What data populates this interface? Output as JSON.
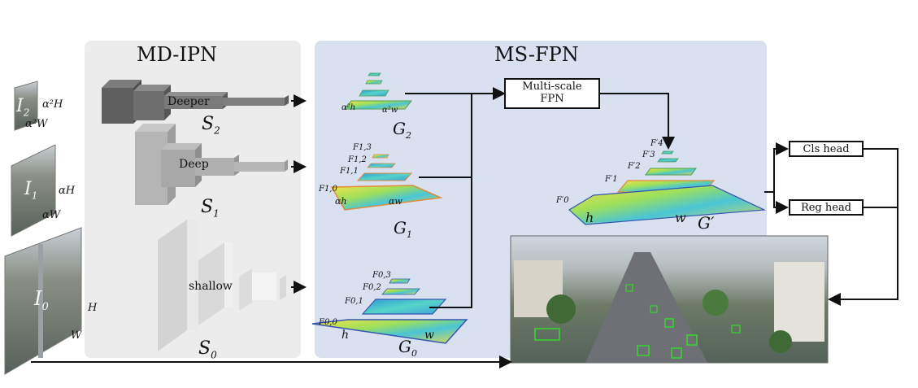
{
  "modules": {
    "md_ipn": "MD-IPN",
    "ms_fpn": "MS-FPN"
  },
  "inputs": {
    "i2": {
      "name": "I",
      "sub": "2",
      "h": "α²H",
      "w": "α²W"
    },
    "i1": {
      "name": "I",
      "sub": "1",
      "h": "αH",
      "w": "αW"
    },
    "i0": {
      "name": "I",
      "sub": "0",
      "h": "H",
      "w": "W"
    }
  },
  "backbones": {
    "deeper": "Deeper",
    "deep": "Deep",
    "shallow": "shallow",
    "s2": {
      "name": "S",
      "sub": "2"
    },
    "s1": {
      "name": "S",
      "sub": "1"
    },
    "s0": {
      "name": "S",
      "sub": "0"
    }
  },
  "pyramids": {
    "g2": {
      "name": "G",
      "sub": "2",
      "h": "α²h",
      "w": "α²w"
    },
    "g1": {
      "name": "G",
      "sub": "1",
      "h": "αh",
      "w": "αw",
      "levels": [
        "F1,3",
        "F1,2",
        "F1,1",
        "F1,0"
      ]
    },
    "g0": {
      "name": "G",
      "sub": "0",
      "h": "h",
      "w": "w",
      "levels": [
        "F0,3",
        "F0,2",
        "F0,1",
        "F0,0"
      ]
    },
    "gp": {
      "name": "G′",
      "h": "h",
      "w": "w",
      "levels": [
        "F′4",
        "F′3",
        "F′2",
        "F′1",
        "F′0"
      ]
    }
  },
  "blocks": {
    "msfpn_line1": "Multi-scale",
    "msfpn_line2": "FPN",
    "cls_head": "Cls head",
    "reg_head": "Reg head"
  },
  "colors": {
    "md_panel": "#ececec",
    "ms_panel": "#d9e1f1",
    "feature_hot": "#e8d64a",
    "feature_cool": "#3aa6d8",
    "detection_box": "#34d92c"
  }
}
